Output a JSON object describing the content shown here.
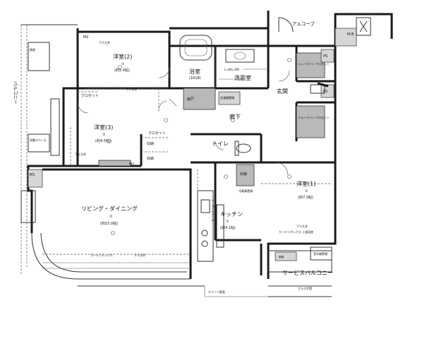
{
  "rooms": {
    "western2": {
      "name": "洋室(2)",
      "mark": "①",
      "size": "(約5.4帖)"
    },
    "western3": {
      "name": "洋室(3)",
      "mark": "①",
      "size": "(約4.5帖)"
    },
    "western1": {
      "name": "洋室(1)",
      "mark": "①",
      "size": "(約7.0帖)"
    },
    "living": {
      "name": "リビング・ダイニング",
      "mark": "①",
      "size": "(約15.0帖)"
    },
    "kitchen": {
      "name": "キッチン",
      "mark": "①",
      "size": "(約4.1帖)"
    },
    "bath": {
      "name": "浴室",
      "size": "(1618)"
    },
    "washroom": {
      "name": "洗面室"
    },
    "entrance": {
      "name": "玄関"
    },
    "hallway": {
      "name": "廊下"
    },
    "toilet": {
      "name": "トイレ"
    },
    "alcove": {
      "name": "アルコーブ"
    },
    "service_balcony": {
      "name": "サービスバルコニー"
    }
  },
  "labels": {
    "balcony": "バルコニー",
    "closet": "クロゼット",
    "storage": "収納",
    "storage_door": "納戸",
    "walkin_closet": "ウォークイン クロゼット",
    "shoes_in_closet": "シューズイン クロゼット",
    "ceiling_down": "下り天井",
    "curtain_box": "カーテンボックス",
    "curtain_box_lower": "カーテンボックス 上部段差",
    "counter": "オープンカウンター",
    "washing_place": "洗濯機置場",
    "refrigerator": "冷蔵庫置場",
    "room_unit_heater": "室外機置場",
    "glass_rail": "ガラス手摺",
    "green_wall": "グリーン壁面",
    "ps": "PS",
    "mb": "M.B",
    "mp": "MP",
    "m1": "M1",
    "m2": "M2",
    "l_dim": "L=約1,300",
    "planting": "植栽",
    "equip": "設備スペース"
  },
  "colors": {
    "wall": "#1a1a1a",
    "gray_area": "#b9b9b9",
    "line": "#333333"
  }
}
